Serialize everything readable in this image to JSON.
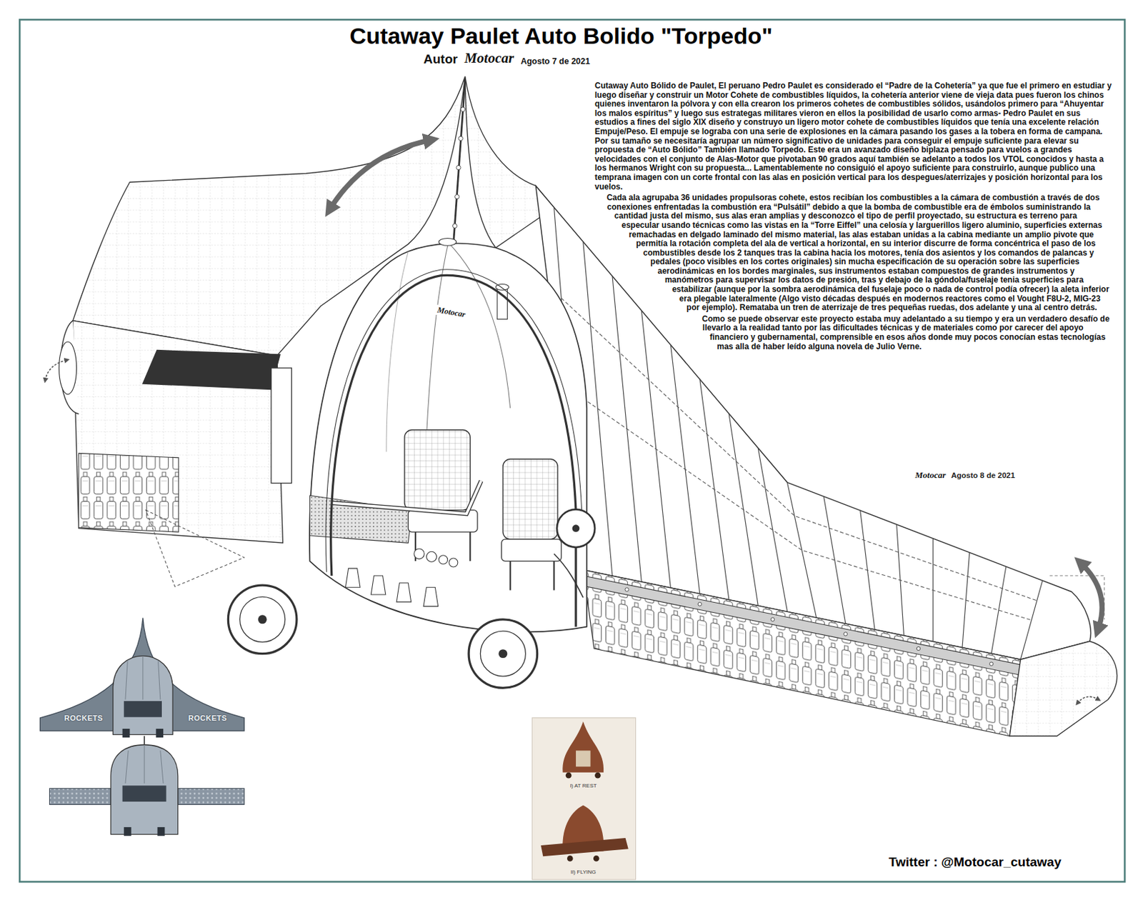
{
  "diagram": {
    "title": "Cutaway Paulet Auto Bolido \"Torpedo\"",
    "labels": [
      "Autor",
      "Motocar",
      "Agosto 7 de 2021",
      "Cutaway Auto Bólido de Paulet, El peruano Pedro Paulet es considerado el “Padre de la Cohetería” ya que fue el primero en estudiar y luego diseñar y construir un Motor Cohete de combustibles líquidos, la cohetería anterior viene de vieja data pues fueron los chinos quienes inventaron la pólvora y con ella crearon los primeros cohetes de combustibles sólidos, usándolos primero para “Ahuyentar los malos espíritus” y luego sus estrategas militares vieron en ellos la posibilidad de usarlo como armas- Pedro Paulet en sus estudios a fines del siglo XIX diseño y construyo un ligero motor cohete de combustibles líquidos que tenía una excelente relación Empuje/Peso. El empuje se lograba con una serie de explosiones en la cámara pasando los gases a la tobera en forma de campana. Por su tamaño se necesitaría agrupar un número significativo de unidades para conseguir el empuje suficiente para elevar su propuesta de “Auto Bólido” También llamado Torpedo. Este era un avanzado diseño biplaza pensado para vuelos a grandes velocidades con el conjunto de Alas-Motor que pivotaban 90 grados aquí también se adelanto a todos los VTOL conocidos y hasta a los hermanos Wright con su propuesta... Lamentablemente no consiguió el apoyo suficiente para construirlo, aunque publico una temprana imagen con un corte frontal con las alas en posición vertical para los despegues/aterrizajes y posición horizontal para los vuelos.",
      "Cada ala agrupaba 36 unidades propulsoras cohete, estos recibían los combustibles a la cámara de combustión a través de dos conexiones enfrentadas la combustión era “Pulsátil” debido a que la bomba de combustible era de émbolos suministrando la cantidad justa del mismo, sus alas eran amplias y desconozco el tipo de perfil proyectado, su estructura es terreno para especular usando técnicas como las vistas en la “Torre Eiffel” una celosía y larguerillos ligero aluminio, superficies externas remachadas en delgado laminado del mismo material, las alas estaban unidas a la cabina mediante un amplio pivote que permitía la rotación completa del ala de vertical a horizontal, en su interior discurre de forma concéntrica el paso de los combustibles desde los 2 tanques tras la cabina hacia los motores, tenía dos asientos y los comandos de palancas y pedales (poco visibles en los cortes originales) sin mucha especificación de su operación sobre las superficies aerodinámicas en los bordes marginales, sus instrumentos estaban compuestos de grandes instrumentos y manómetros para supervisar los datos de presión, tras y debajo de la góndola/fuselaje tenia superficies para estabilizar (aunque por la sombra aerodinámica del fuselaje poco o nada de control podía ofrecer) la aleta inferior era plegable lateralmente (Algo visto décadas después en modernos reactores como el Vought F8U-2, MIG-23 por ejemplo). Remataba un tren de aterrizaje de tres pequeñas ruedas, dos adelante y una al centro detrás.",
      "Como se puede observar este proyecto estaba muy adelantado a su tiempo y era un verdadero desafío de llevarlo a la realidad tanto por las dificultades técnicas y de materiales como por carecer del apoyo financiero y gubernamental, comprensible en esos años donde muy pocos conocían estas tecnologías mas alla de haber leído alguna novela de Julio Verne.",
      "Motocar",
      "Agosto 8 de 2021",
      "Motocar",
      "ROCKETS",
      "ROCKETS",
      "I) AT REST",
      "II) FLYING",
      "Twitter : @Motocar_cutaway"
    ]
  }
}
